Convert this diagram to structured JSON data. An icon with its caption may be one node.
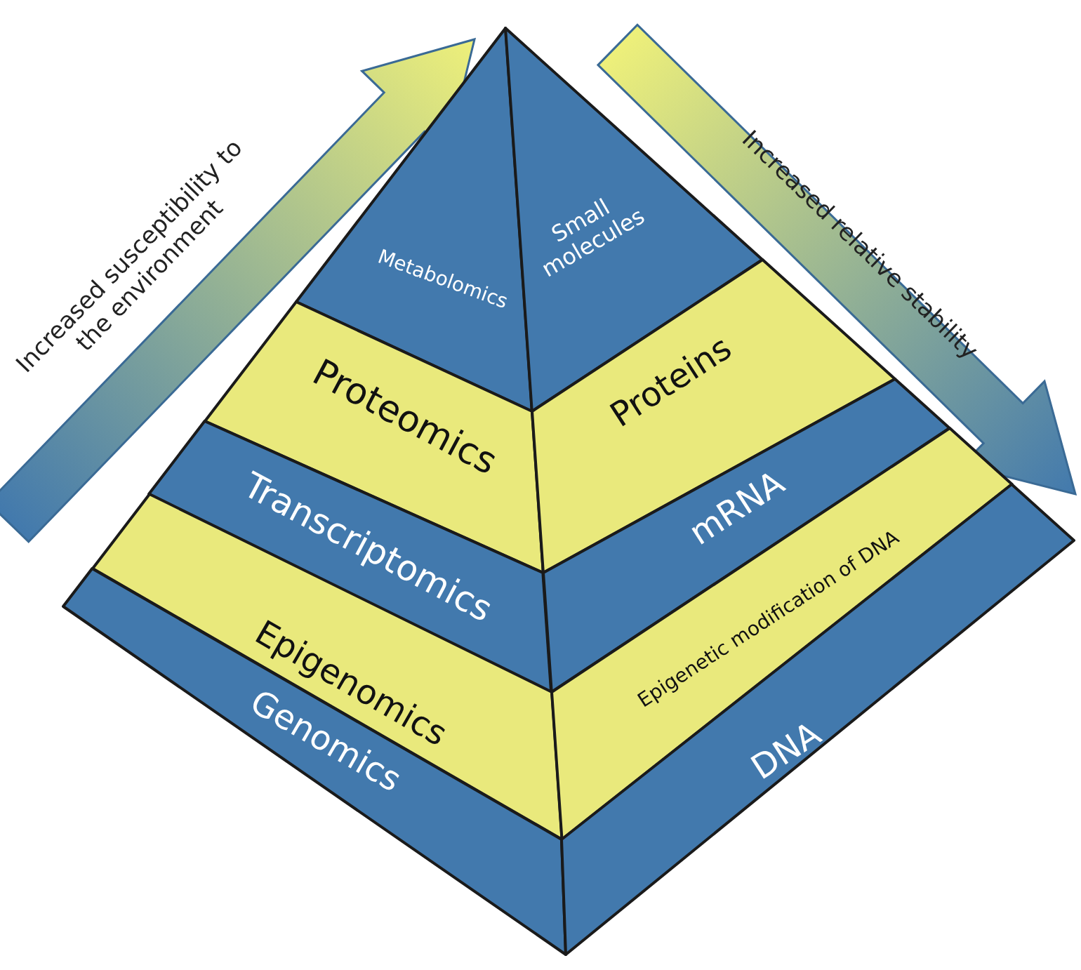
{
  "diagram": {
    "nodes": [
      {
        "text": [
          "Metabolomics"
        ]
      },
      {
        "text": [
          "Small molecules"
        ]
      },
      {
        "text": [
          "Proteomics"
        ]
      },
      {
        "text": [
          "Proteins"
        ]
      },
      {
        "text": [
          "Transcriptomics"
        ]
      },
      {
        "text": [
          "mRNA"
        ]
      },
      {
        "text": [
          "Epigenomics"
        ]
      },
      {
        "text": [
          "Epigenetic modification of DNA"
        ]
      },
      {
        "text": [
          "Genomics"
        ]
      },
      {
        "text": [
          "DNA"
        ]
      }
    ],
    "labels": [
      "Increased susceptibility to the environment",
      "Increased relative stability"
    ]
  }
}
